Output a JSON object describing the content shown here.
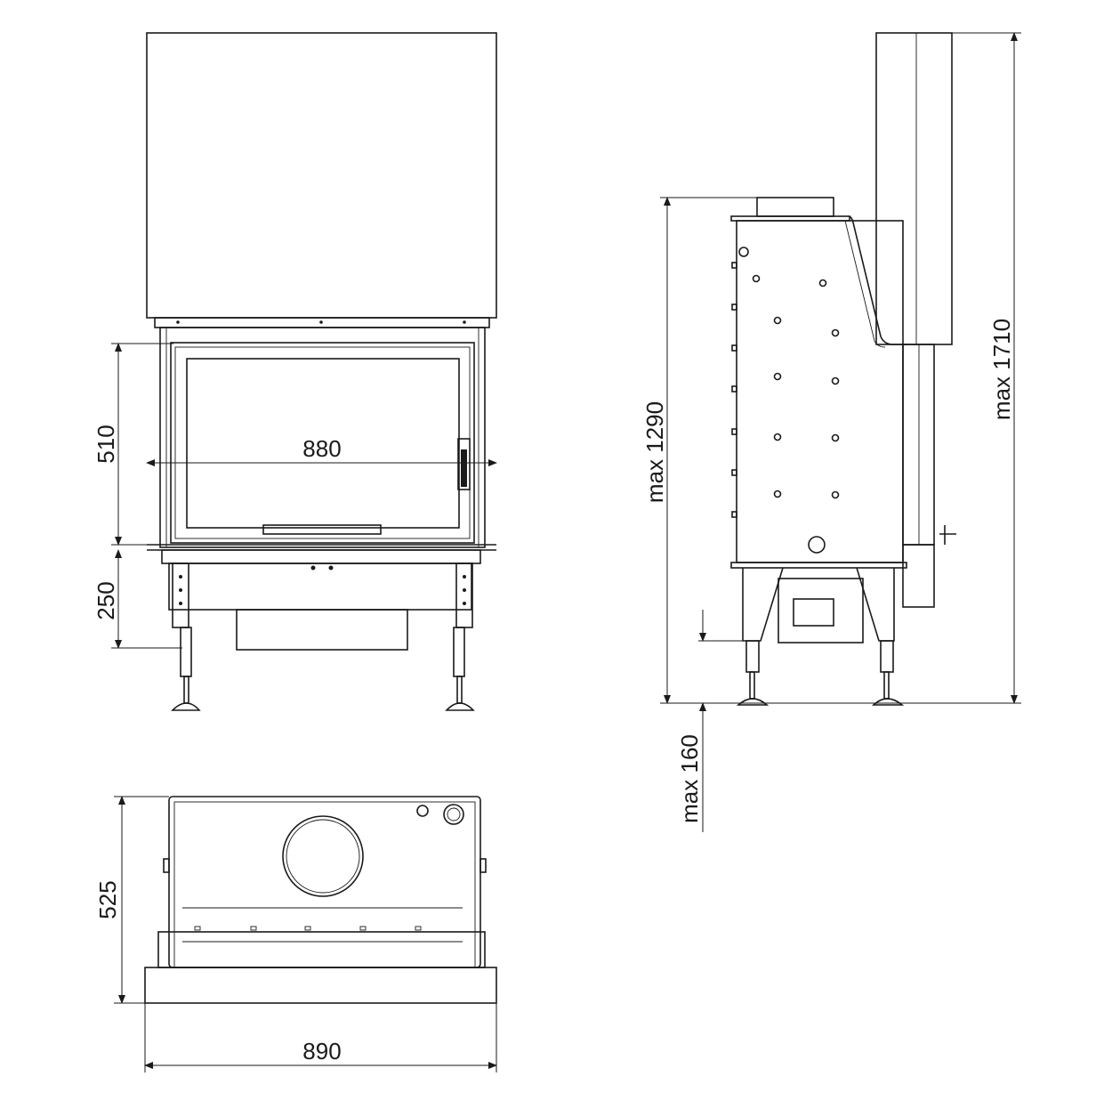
{
  "drawing": {
    "front_view": {
      "door_height": "510",
      "width": "880",
      "base_height": "250"
    },
    "side_view": {
      "max_body_height": "max 1290",
      "max_total_height": "max 1710",
      "max_leg_adjust": "max 160"
    },
    "top_view": {
      "depth": "525",
      "width": "890"
    }
  }
}
